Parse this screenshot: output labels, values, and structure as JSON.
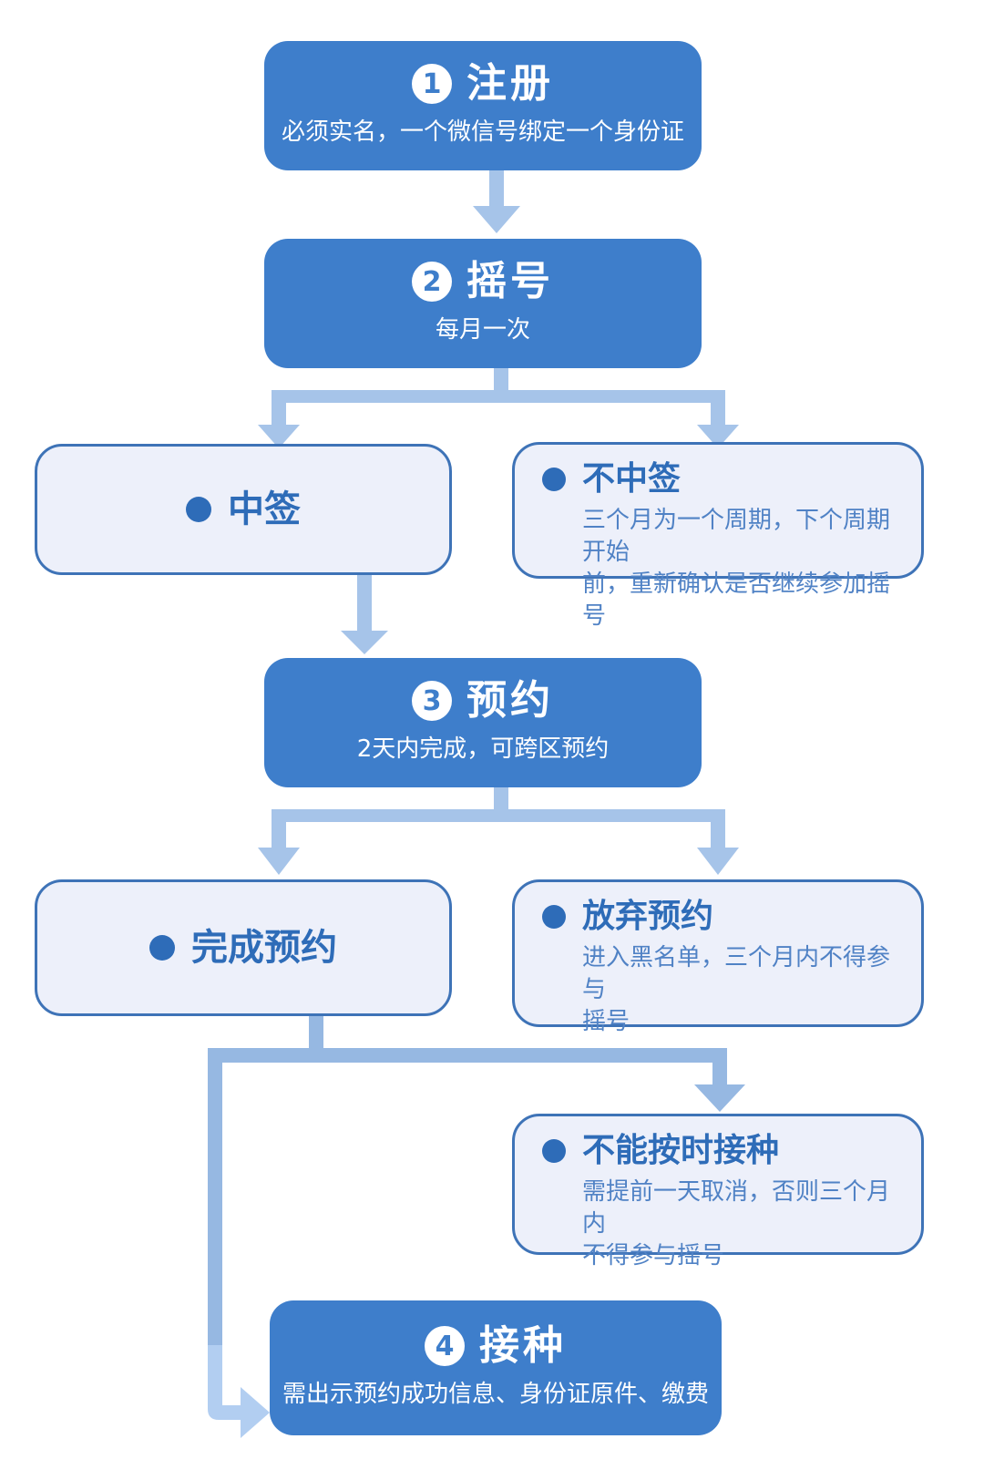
{
  "colors": {
    "primary_blue": "#3e7ecb",
    "light_box_bg": "#edf0fa",
    "light_box_border": "#3e73b7",
    "heading_text": "#2e6cb8",
    "body_text": "#5082c5",
    "connector": "#a6c4e9",
    "connector_dark": "#96b8e2",
    "connector_light": "#b2cef1",
    "white": "#ffffff"
  },
  "steps": [
    {
      "number": "1",
      "title": "注册",
      "subtitle": "必须实名，一个微信号绑定一个身份证"
    },
    {
      "number": "2",
      "title": "摇号",
      "subtitle": "每月一次"
    },
    {
      "number": "3",
      "title": "预约",
      "subtitle": "2天内完成，可跨区预约"
    },
    {
      "number": "4",
      "title": "接种",
      "subtitle": "需出示预约成功信息、身份证原件、缴费"
    }
  ],
  "outcomes": {
    "win": {
      "title": "中签"
    },
    "lose": {
      "title": "不中签",
      "detail": "三个月为一个周期，下个周期开始\n前，重新确认是否继续参加摇号"
    },
    "complete": {
      "title": "完成预约"
    },
    "abandon": {
      "title": "放弃预约",
      "detail": "进入黑名单，三个月内不得参与\n摇号"
    },
    "miss": {
      "title": "不能按时接种",
      "detail": "需提前一天取消，否则三个月内\n不得参与摇号"
    }
  }
}
